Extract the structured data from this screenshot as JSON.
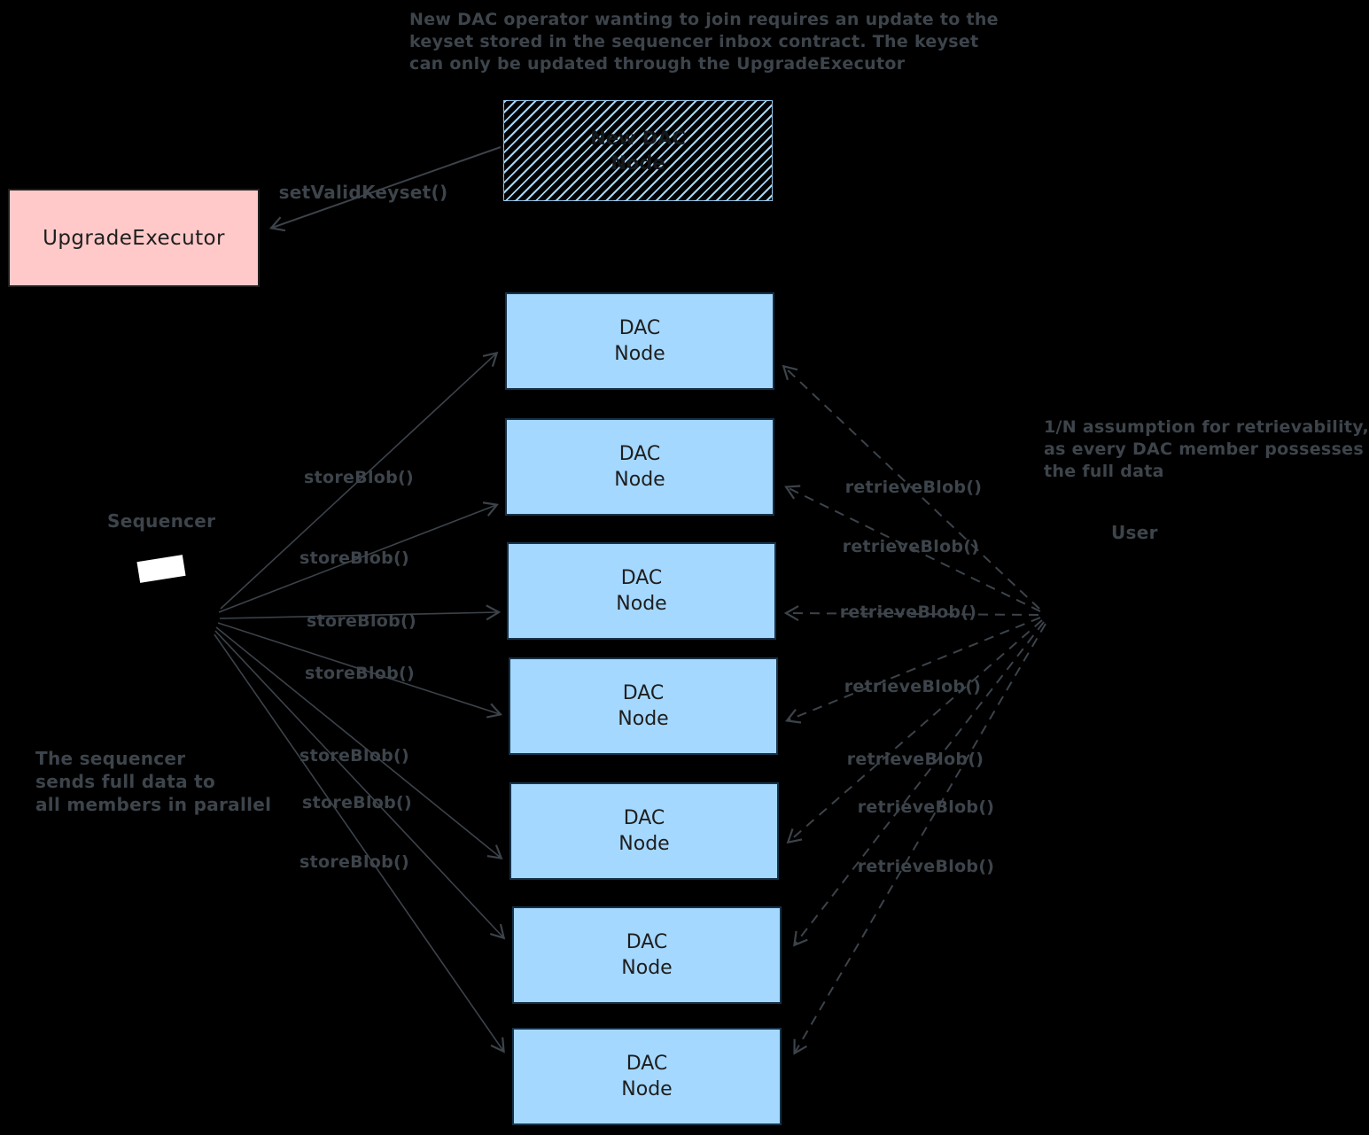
{
  "colors": {
    "background": "#000000",
    "dac_node_fill": "#a5d8ff",
    "upgrade_executor_fill": "#ffc9c9",
    "hatch_blue": "#a5d8ff",
    "handwriting_gray": "#3d444b",
    "box_text": "#1e1e1e",
    "sequencer_shape_fill": "#ffffff"
  },
  "annotations": {
    "top": {
      "lines": [
        "New DAC operator wanting to join requires an update to the",
        "keyset stored in the sequencer inbox contract. The keyset",
        "can only be updated through the UpgradeExecutor"
      ]
    },
    "left": {
      "lines": [
        "The sequencer",
        "sends full data to",
        "all members in parallel"
      ]
    },
    "right": {
      "lines": [
        "1/N assumption for retrievability,",
        "as every DAC member possesses",
        "the full data"
      ]
    }
  },
  "upgrade_executor": {
    "label": "UpgradeExecutor"
  },
  "new_dac_node": {
    "line1": "New DAC",
    "line2": "Node"
  },
  "set_valid_keyset_label": "setValidKeyset()",
  "sequencer_label": "Sequencer",
  "user_label": "User",
  "dac_nodes": [
    {
      "line1": "DAC",
      "line2": "Node"
    },
    {
      "line1": "DAC",
      "line2": "Node"
    },
    {
      "line1": "DAC",
      "line2": "Node"
    },
    {
      "line1": "DAC",
      "line2": "Node"
    },
    {
      "line1": "DAC",
      "line2": "Node"
    },
    {
      "line1": "DAC",
      "line2": "Node"
    },
    {
      "line1": "DAC",
      "line2": "Node"
    }
  ],
  "store_blob_labels": [
    "storeBlob()",
    "storeBlob()",
    "storeBlob()",
    "storeBlob()",
    "storeBlob()",
    "storeBlob()",
    "storeBlob()"
  ],
  "retrieve_blob_labels": [
    "retrieveBlob()",
    "retrieveBlob()",
    "retrieveBlob()",
    "retrieveBlob()",
    "retrieveBlob()",
    "retrieveBlob()",
    "retrieveBlob()"
  ]
}
